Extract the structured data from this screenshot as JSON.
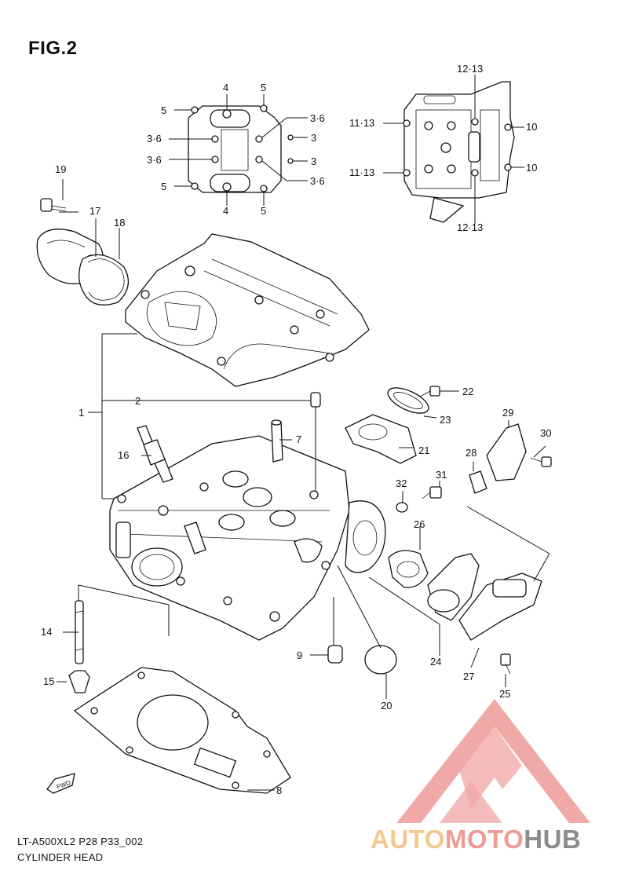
{
  "figure": {
    "title": "FIG.2"
  },
  "callouts": {
    "c1": "1",
    "c2": "2",
    "c4a": "4",
    "c4b": "4",
    "c5a": "5",
    "c5b": "5",
    "c5c": "5",
    "c5d": "5",
    "c36a": "3·6",
    "c36b": "3·6",
    "c36c": "3·6",
    "c36d": "3·6",
    "c3a": "3",
    "c3b": "3",
    "c7": "7",
    "c8": "8",
    "c9": "9",
    "c10a": "10",
    "c10b": "10",
    "c1113a": "11·13",
    "c1113b": "11·13",
    "c1213a": "12·13",
    "c1213b": "12·13",
    "c14": "14",
    "c15": "15",
    "c16": "16",
    "c17": "17",
    "c18": "18",
    "c19": "19",
    "c20": "20",
    "c21": "21",
    "c22": "22",
    "c23": "23",
    "c24": "24",
    "c25": "25",
    "c26": "26",
    "c27": "27",
    "c28": "28",
    "c29": "29",
    "c30": "30",
    "c31": "31",
    "c32": "32"
  },
  "badges": {
    "fwd": "FWD"
  },
  "footer": {
    "code": "LT-A500XL2 P28 P33_002",
    "name": "CYLINDER HEAD"
  },
  "watermark": {
    "part1": "AUTO",
    "part2": "MOTO",
    "part3": "HUB",
    "colors": {
      "yellow": "#f3c98f",
      "red": "#ee9b98",
      "gray": "#8c8c8c"
    }
  }
}
